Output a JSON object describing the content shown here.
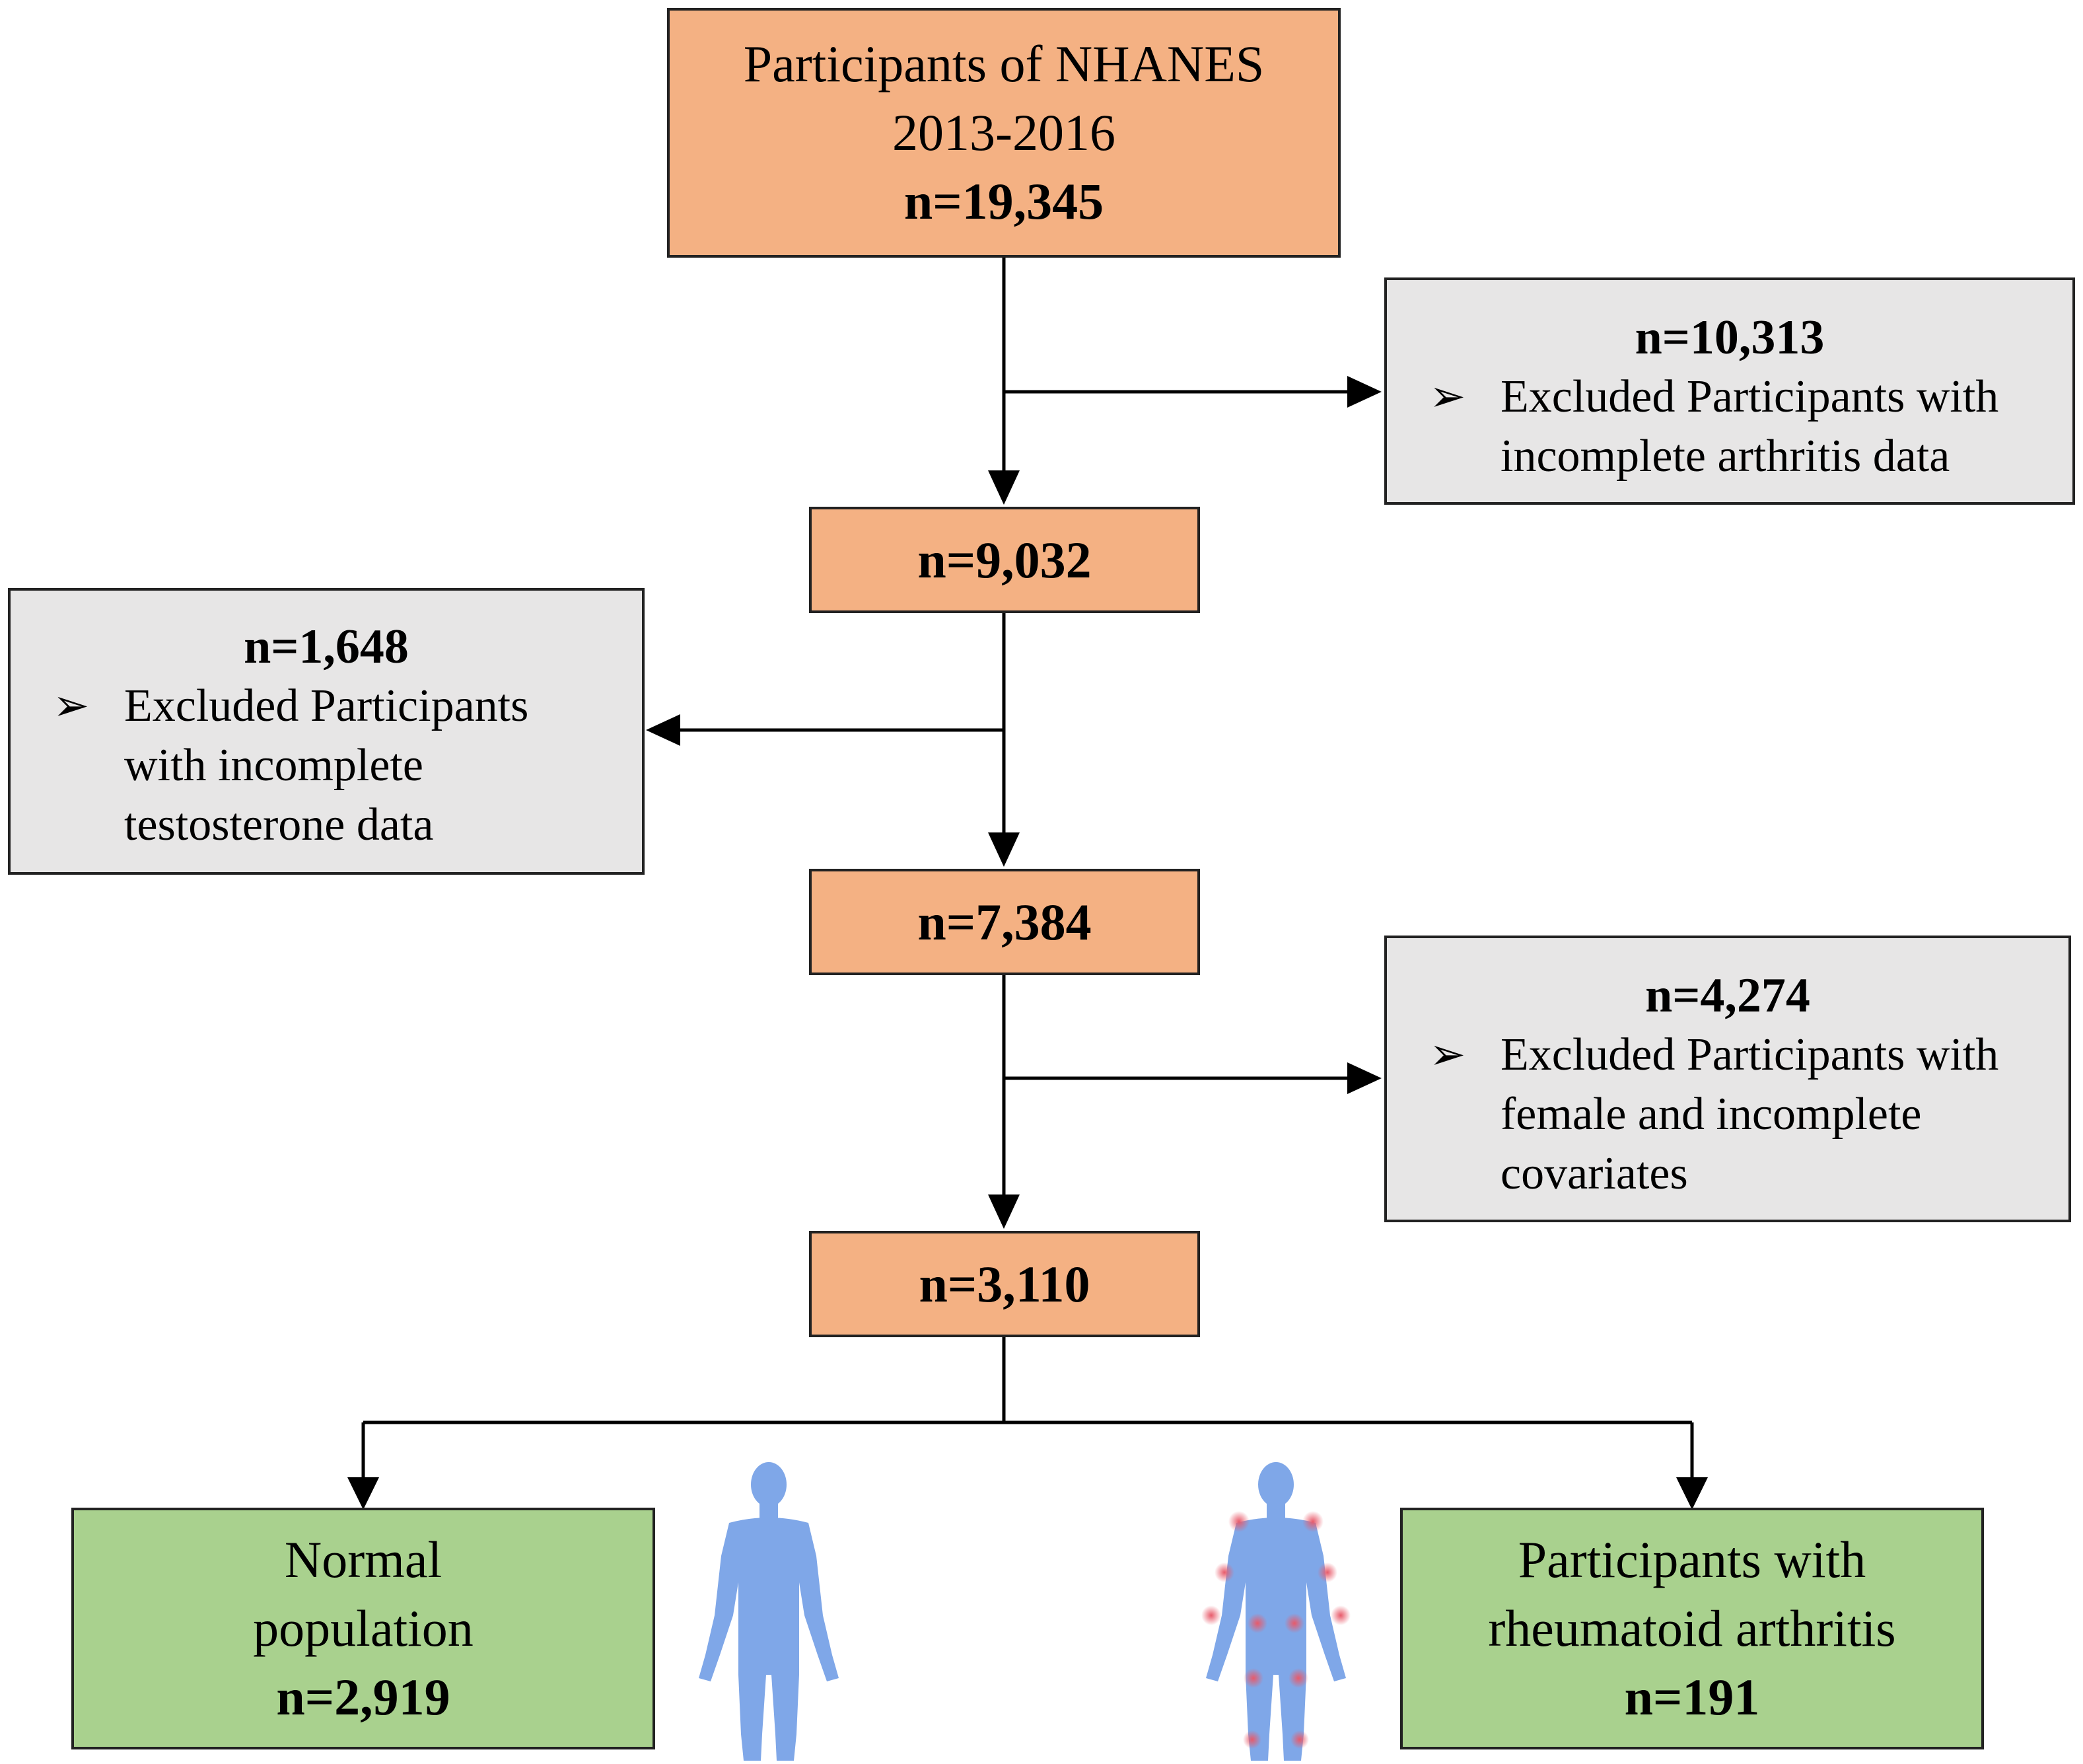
{
  "flow": {
    "start": {
      "line1": "Participants of NHANES",
      "line2": "2013-2016",
      "count": "n=19,345"
    },
    "step1": {
      "count": "n=9,032"
    },
    "step2": {
      "count": "n=7,384"
    },
    "step3": {
      "count": "n=3,110"
    }
  },
  "exclusions": [
    {
      "count": "n=10,313",
      "bullet": "➢",
      "line1": "Excluded Participants with",
      "line2": "incomplete arthritis data"
    },
    {
      "count": "n=1,648",
      "bullet": "➢",
      "line1": "Excluded Participants",
      "line2": "with incomplete",
      "line3": "testosterone data"
    },
    {
      "count": "n=4,274",
      "bullet": "➢",
      "line1": "Excluded Participants with",
      "line2": "female and incomplete",
      "line3": "covariates"
    }
  ],
  "outcomes": {
    "normal": {
      "line1": "Normal",
      "line2": "population",
      "count": "n=2,919",
      "icon": "human-body-icon"
    },
    "ra": {
      "line1": "Participants with",
      "line2": "rheumatoid arthritis",
      "count": "n=191",
      "icon": "human-body-joints-icon"
    }
  },
  "colors": {
    "flow_box": "#f4b183",
    "exclusion_box": "#e7e6e6",
    "outcome_box": "#a9d18e",
    "figure": "#7fa7e8",
    "joint": "#e85a6a"
  }
}
